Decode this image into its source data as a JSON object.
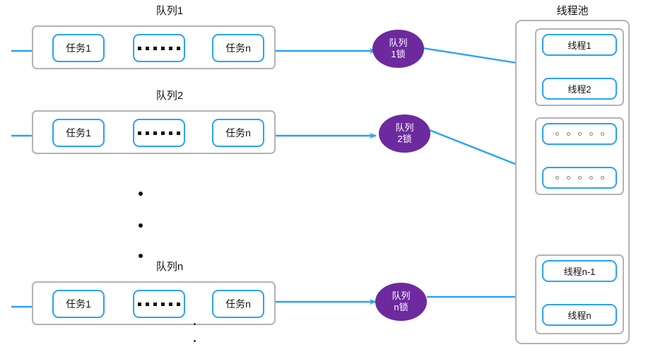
{
  "diagram": {
    "title_queue_1": "队列1",
    "title_queue_2": "队列2",
    "title_queue_n": "队列n",
    "pool_title": "线程池",
    "task_first_label": "任务1",
    "task_last_label": "任务n",
    "colors": {
      "accent_blue": "#29a3f5",
      "lock_purple": "#6d2a9e",
      "container_gray": "#b3b3b3",
      "text": "#111111",
      "background": "#ffffff"
    },
    "queues": [
      {
        "title": "队列1",
        "tasks": [
          {
            "label": "任务1",
            "kind": "task"
          },
          {
            "label": "",
            "kind": "ellipsis",
            "dots": 6
          },
          {
            "label": "任务n",
            "kind": "task"
          }
        ],
        "lock": {
          "line1": "队列",
          "line2": "1锁"
        }
      },
      {
        "title": "队列2",
        "tasks": [
          {
            "label": "任务1",
            "kind": "task"
          },
          {
            "label": "",
            "kind": "ellipsis",
            "dots": 6
          },
          {
            "label": "任务n",
            "kind": "task"
          }
        ],
        "lock": {
          "line1": "队列",
          "line2": "2锁"
        }
      },
      {
        "title": "队列n",
        "tasks": [
          {
            "label": "任务1",
            "kind": "task"
          },
          {
            "label": "",
            "kind": "ellipsis",
            "dots": 6
          },
          {
            "label": "任务n",
            "kind": "task"
          }
        ],
        "lock": {
          "line1": "队列",
          "line2": "n锁"
        }
      }
    ],
    "locks": [
      {
        "line1": "队列",
        "line2": "1锁"
      },
      {
        "line1": "队列",
        "line2": "2锁"
      },
      {
        "line1": "队列",
        "line2": "n锁"
      }
    ],
    "thread_pool": {
      "title": "线程池",
      "groups": [
        {
          "threads": [
            {
              "label": "线程1",
              "kind": "thread"
            },
            {
              "label": "线程2",
              "kind": "thread"
            }
          ]
        },
        {
          "threads": [
            {
              "label": "",
              "kind": "ellipsis",
              "dots": 5
            },
            {
              "label": "",
              "kind": "ellipsis",
              "dots": 5
            }
          ]
        },
        {
          "threads": [
            {
              "label": "线程n-1",
              "kind": "thread"
            },
            {
              "label": "线程n",
              "kind": "thread"
            }
          ]
        }
      ]
    }
  }
}
